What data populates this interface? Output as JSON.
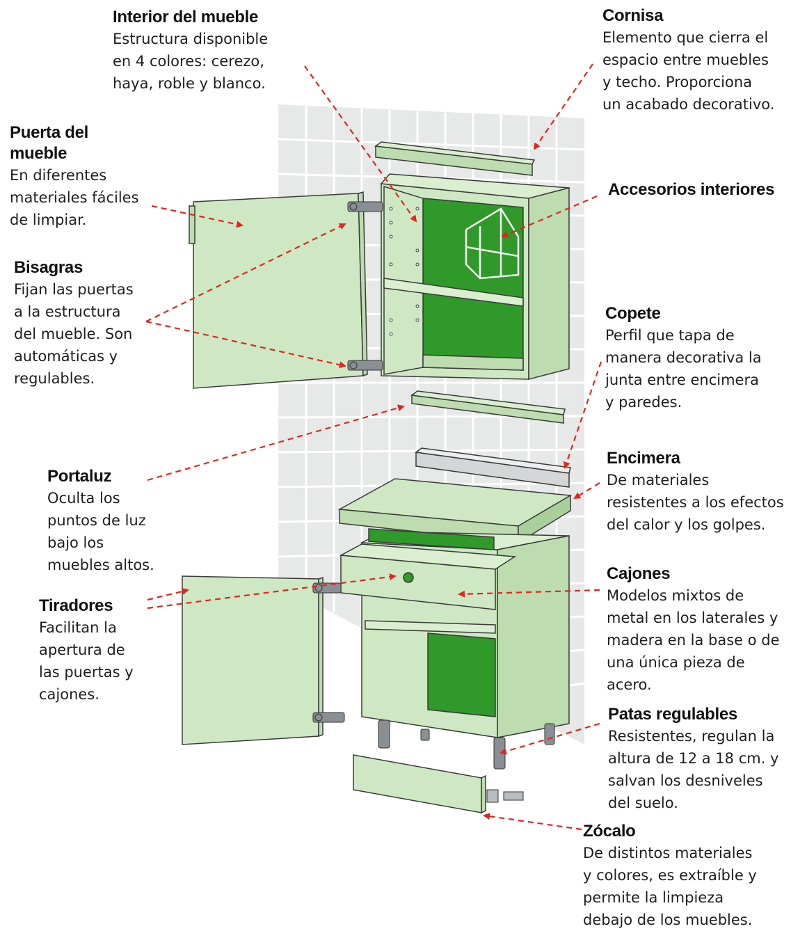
{
  "colors": {
    "wall": "#e7e8e8",
    "wall_grout": "#ffffff",
    "panel_light": "#cfe8c4",
    "panel_mid": "#bddcb0",
    "panel_inner": "#2f9a2a",
    "outline": "#3a3a3a",
    "arrow": "#e0261d",
    "metal": "#8a8f93"
  },
  "labels": {
    "interior": {
      "title": "Interior del mueble",
      "desc": "Estructura disponible\nen 4 colores: cerezo,\nhaya, roble y blanco."
    },
    "cornisa": {
      "title": "Cornisa",
      "desc": "Elemento que cierra el\nespacio entre muebles\ny techo. Proporciona\nun acabado decorativo."
    },
    "puerta": {
      "title": "Puerta del\nmueble",
      "desc": "En diferentes\nmateriales fáciles\nde limpiar."
    },
    "accesorios": {
      "title": "Accesorios interiores",
      "desc": ""
    },
    "bisagras": {
      "title": "Bisagras",
      "desc": "Fijan las puertas\na la estructura\ndel mueble. Son\nautomáticas y\nregulables."
    },
    "copete": {
      "title": "Copete",
      "desc": "Perfil que tapa de\nmanera decorativa la\njunta entre encimera\ny paredes."
    },
    "portaluz": {
      "title": "Portaluz",
      "desc": "Oculta los\npuntos de luz\nbajo los\nmuebles altos."
    },
    "encimera": {
      "title": "Encimera",
      "desc": "De materiales\nresistentes a los efectos\ndel calor y los golpes."
    },
    "cajones": {
      "title": "Cajones",
      "desc": "Modelos mixtos de\nmetal en los laterales y\nmadera en la base o de\nuna única pieza de\nacero."
    },
    "tiradores": {
      "title": "Tiradores",
      "desc": "Facilitan la\napertura de\nlas puertas y\ncajones."
    },
    "patas": {
      "title": "Patas regulables",
      "desc": "Resistentes, regulan la\naltura de 12 a 18 cm. y\nsalvan los desniveles\ndel suelo."
    },
    "zocalo": {
      "title": "Zócalo",
      "desc": "De distintos materiales\ny colores, es extraíble y\npermite la limpieza\ndebajo de los muebles."
    }
  }
}
